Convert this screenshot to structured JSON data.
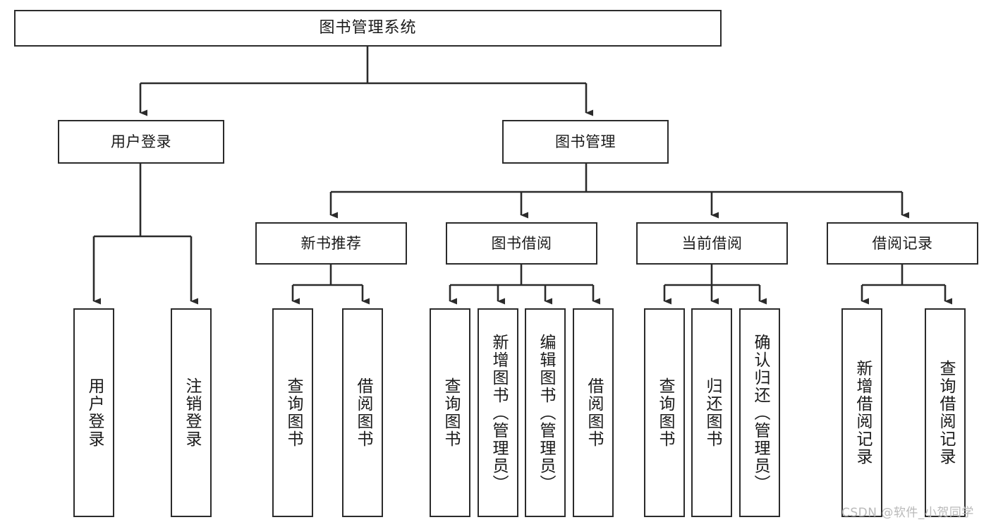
{
  "diagram": {
    "type": "tree-hierarchy",
    "title": "图书管理系统",
    "orientation": "top-down",
    "colors": {
      "box_border": "#2b2b2b",
      "box_fill": "#ffffff",
      "connector": "#2b2b2b",
      "text": "#1a1a1a",
      "watermark": "#b9b9b9",
      "canvas": "#ffffff"
    }
  },
  "root": {
    "label": "图书管理系统"
  },
  "level2": [
    {
      "id": "user-login",
      "label": "用户登录"
    },
    {
      "id": "book-management",
      "label": "图书管理"
    }
  ],
  "level3": [
    {
      "id": "new-book-recommend",
      "label": "新书推荐",
      "parent": "book-management"
    },
    {
      "id": "book-borrow",
      "label": "图书借阅",
      "parent": "book-management"
    },
    {
      "id": "current-borrow",
      "label": "当前借阅",
      "parent": "book-management"
    },
    {
      "id": "borrow-record",
      "label": "借阅记录",
      "parent": "book-management"
    }
  ],
  "leaves": {
    "user_login": [
      {
        "id": "leaf-user-login",
        "label": "用户登录"
      },
      {
        "id": "leaf-logout-login",
        "label": "注销登录"
      }
    ],
    "new_book_recommend": [
      {
        "id": "leaf-query-book-1",
        "label": "查询图书"
      },
      {
        "id": "leaf-borrow-book-1",
        "label": "借阅图书"
      }
    ],
    "book_borrow": [
      {
        "id": "leaf-query-book-2",
        "label": "查询图书"
      },
      {
        "id": "leaf-add-book",
        "label": "新增图书（管理员）"
      },
      {
        "id": "leaf-edit-book",
        "label": "编辑图书（管理员）"
      },
      {
        "id": "leaf-borrow-book-2",
        "label": "借阅图书"
      }
    ],
    "current_borrow": [
      {
        "id": "leaf-query-book-3",
        "label": "查询图书"
      },
      {
        "id": "leaf-return-book",
        "label": "归还图书"
      },
      {
        "id": "leaf-confirm-return",
        "label": "确认归还（管理员）"
      }
    ],
    "borrow_record": [
      {
        "id": "leaf-add-record",
        "label": "新增借阅记录"
      },
      {
        "id": "leaf-query-record",
        "label": "查询借阅记录"
      }
    ]
  },
  "watermark": {
    "text": "CSDN @软件_小贺同学"
  }
}
